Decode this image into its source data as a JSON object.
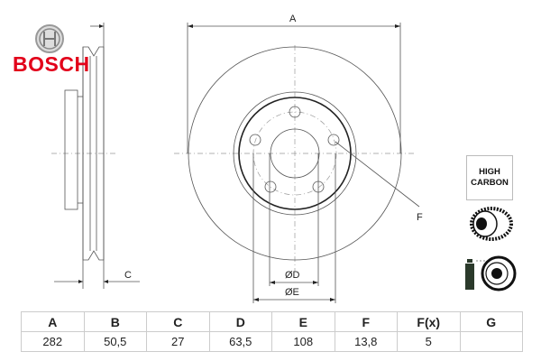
{
  "brand": {
    "name": "BOSCH",
    "color": "#e2001a"
  },
  "drawing": {
    "labels": {
      "A": "A",
      "C": "C",
      "F": "F",
      "D": "ØD",
      "E": "ØE"
    }
  },
  "badges": {
    "high_carbon_line1": "HIGH",
    "high_carbon_line2": "CARBON"
  },
  "table": {
    "headers": [
      "A",
      "B",
      "C",
      "D",
      "E",
      "F",
      "F(x)",
      "G"
    ],
    "values": [
      "282",
      "50,5",
      "27",
      "63,5",
      "108",
      "13,8",
      "5",
      ""
    ]
  }
}
